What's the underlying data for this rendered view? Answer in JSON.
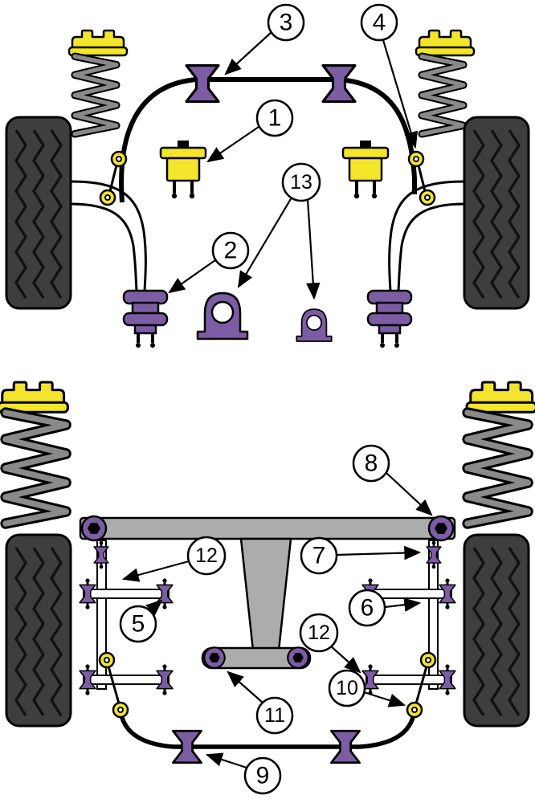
{
  "diagram": {
    "kind": "vehicle-suspension-bushing-diagram",
    "colors": {
      "bushing_purple": "#7C5DA4",
      "component_yellow": "#F2E52B",
      "tire_gray": "#3E3E3E",
      "metal_gray": "#ACACAC",
      "spring_gray": "#8A8A8A",
      "outline_black": "#000000",
      "callout_fill": "#FFFFFF",
      "background": "#FFFFFF"
    },
    "labels": {
      "c1": "1",
      "c2": "2",
      "c3": "3",
      "c4": "4",
      "c5": "5",
      "c6": "6",
      "c7": "7",
      "c8": "8",
      "c9": "9",
      "c10": "10",
      "c11": "11",
      "c12a": "12",
      "c12b": "12",
      "c13": "13"
    }
  }
}
